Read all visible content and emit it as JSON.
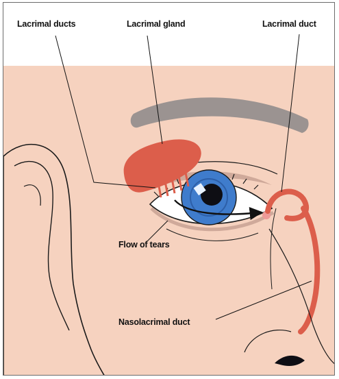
{
  "labels": {
    "lacrimal_ducts": "Lacrimal ducts",
    "lacrimal_gland": "Lacrimal gland",
    "lacrimal_duct": "Lacrimal duct",
    "flow_of_tears": "Flow of tears",
    "nasolacrimal_duct": "Nasolacrimal duct"
  },
  "colors": {
    "skin": "#f6d2bf",
    "outline": "#1a1a1a",
    "gland": "#dc5e4b",
    "iris": "#3f7ccc",
    "eyebrow": "#9b9391",
    "eyelid_shadow": "#cfa99a"
  }
}
